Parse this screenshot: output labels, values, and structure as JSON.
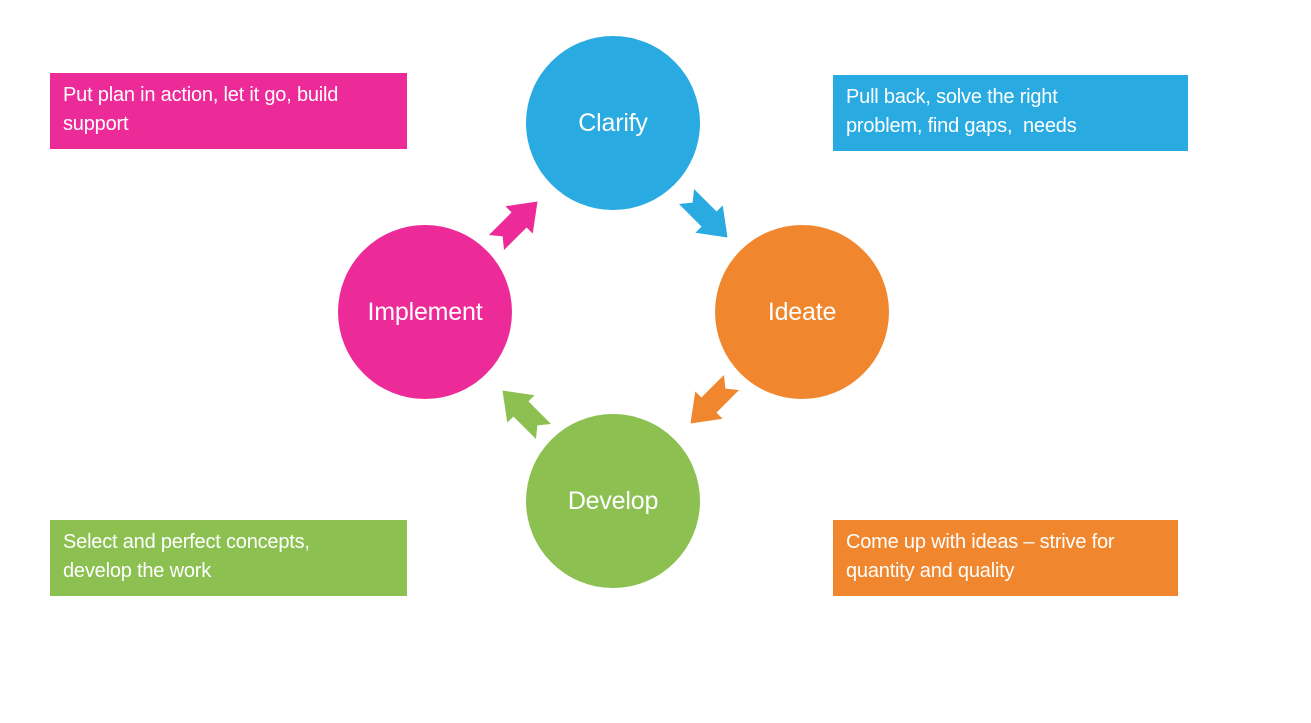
{
  "colors": {
    "blue": "#29ABE2",
    "orange": "#F0872E",
    "green": "#8CC152",
    "magenta": "#ED2B98"
  },
  "nodes": {
    "clarify": {
      "label": "Clarify",
      "callout_lines": [
        "Pull back, solve the right",
        "problem, find gaps,  needs"
      ],
      "callout_text": "Pull back, solve the right problem, find gaps,  needs"
    },
    "ideate": {
      "label": "Ideate",
      "callout_lines": [
        "Come up with ideas – strive for",
        "quantity and quality"
      ],
      "callout_text": "Come up with ideas – strive for quantity and quality"
    },
    "develop": {
      "label": "Develop",
      "callout_lines": [
        "Select and perfect concepts,",
        "develop the work"
      ],
      "callout_text": "Select and perfect concepts, develop the work"
    },
    "implement": {
      "label": "Implement",
      "callout_lines": [
        "Put plan in action, let it go, build",
        "support"
      ],
      "callout_text": "Put plan in action, let it go, build support"
    }
  },
  "arrows": [
    {
      "from": "clarify",
      "to": "ideate",
      "color": "blue",
      "direction": "down-right"
    },
    {
      "from": "ideate",
      "to": "develop",
      "color": "orange",
      "direction": "down-left"
    },
    {
      "from": "develop",
      "to": "implement",
      "color": "green",
      "direction": "up-left"
    },
    {
      "from": "implement",
      "to": "clarify",
      "color": "magenta",
      "direction": "up-right"
    }
  ]
}
